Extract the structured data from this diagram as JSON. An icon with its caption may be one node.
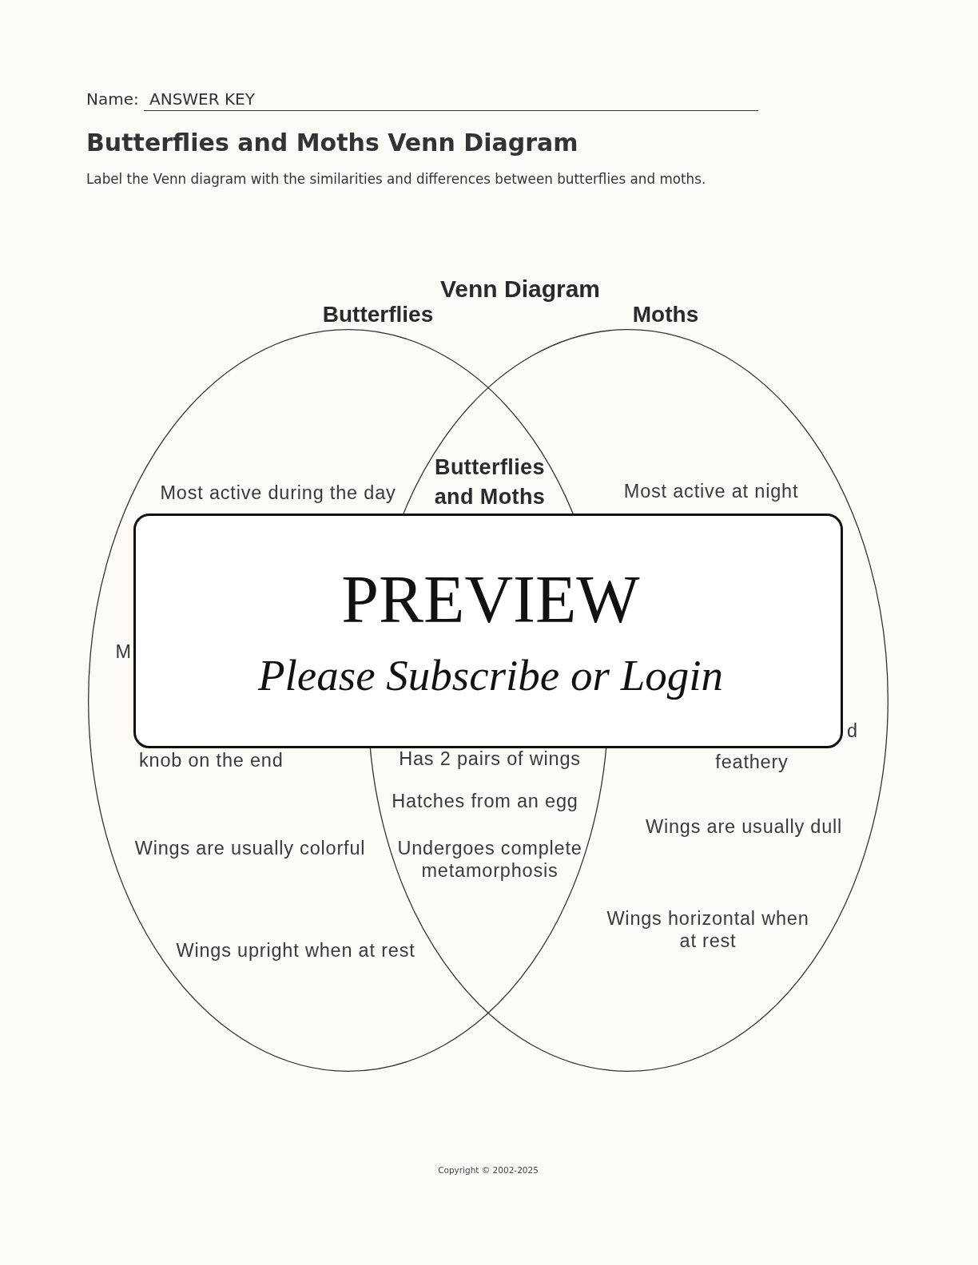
{
  "diagram": {
    "title": "Butterflies and Moths Venn Diagram",
    "nodes": [
      {
        "text": [
          "Butterflies",
          "Most active during the day",
          "M",
          "knob on the end",
          "Wings are usually colorful",
          "Wings upright when at rest"
        ]
      },
      {
        "text": [
          "Moths",
          "Most active at night",
          "d",
          "feathery",
          "Wings are usually dull",
          "Wings horizontal when at rest"
        ]
      },
      {
        "text": [
          "PREVIEW",
          "Please Subscribe or Login"
        ]
      }
    ],
    "labels": [
      "Name:",
      "ANSWER KEY",
      "Label the Venn diagram with the similarities and differences between butterflies and moths.",
      "Venn Diagram",
      "Butterflies and Moths",
      "Has 2 pairs of wings",
      "Hatches from an egg",
      "Undergoes complete metamorphosis",
      "Copyright © 2002-2025"
    ]
  }
}
